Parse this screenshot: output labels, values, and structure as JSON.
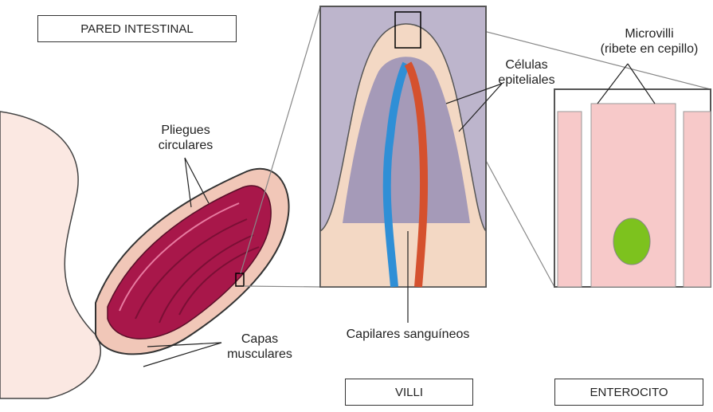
{
  "title_boxes": {
    "pared": "PARED INTESTINAL",
    "villi": "VILLI",
    "enterocito": "ENTEROCITO"
  },
  "labels": {
    "pliegues_line1": "Pliegues",
    "pliegues_line2": "circulares",
    "capas_line1": "Capas",
    "capas_line2": "musculares",
    "capilares": "Capilares sanguíneos",
    "celulas_line1": "Células",
    "celulas_line2": "epiteliales",
    "microvilli_line1": "Microvilli",
    "microvilli_line2": "(ribete en cepillo)"
  },
  "colors": {
    "intestine_outer": "#f6d9c9",
    "fold_red": "#a8174a",
    "villus_bg": "#b9b2c8",
    "vein_blue": "#2f8fd6",
    "artery_red": "#d5512e",
    "enterocyte_pink": "#f7c9c9",
    "nucleus_green": "#7dc21e"
  }
}
